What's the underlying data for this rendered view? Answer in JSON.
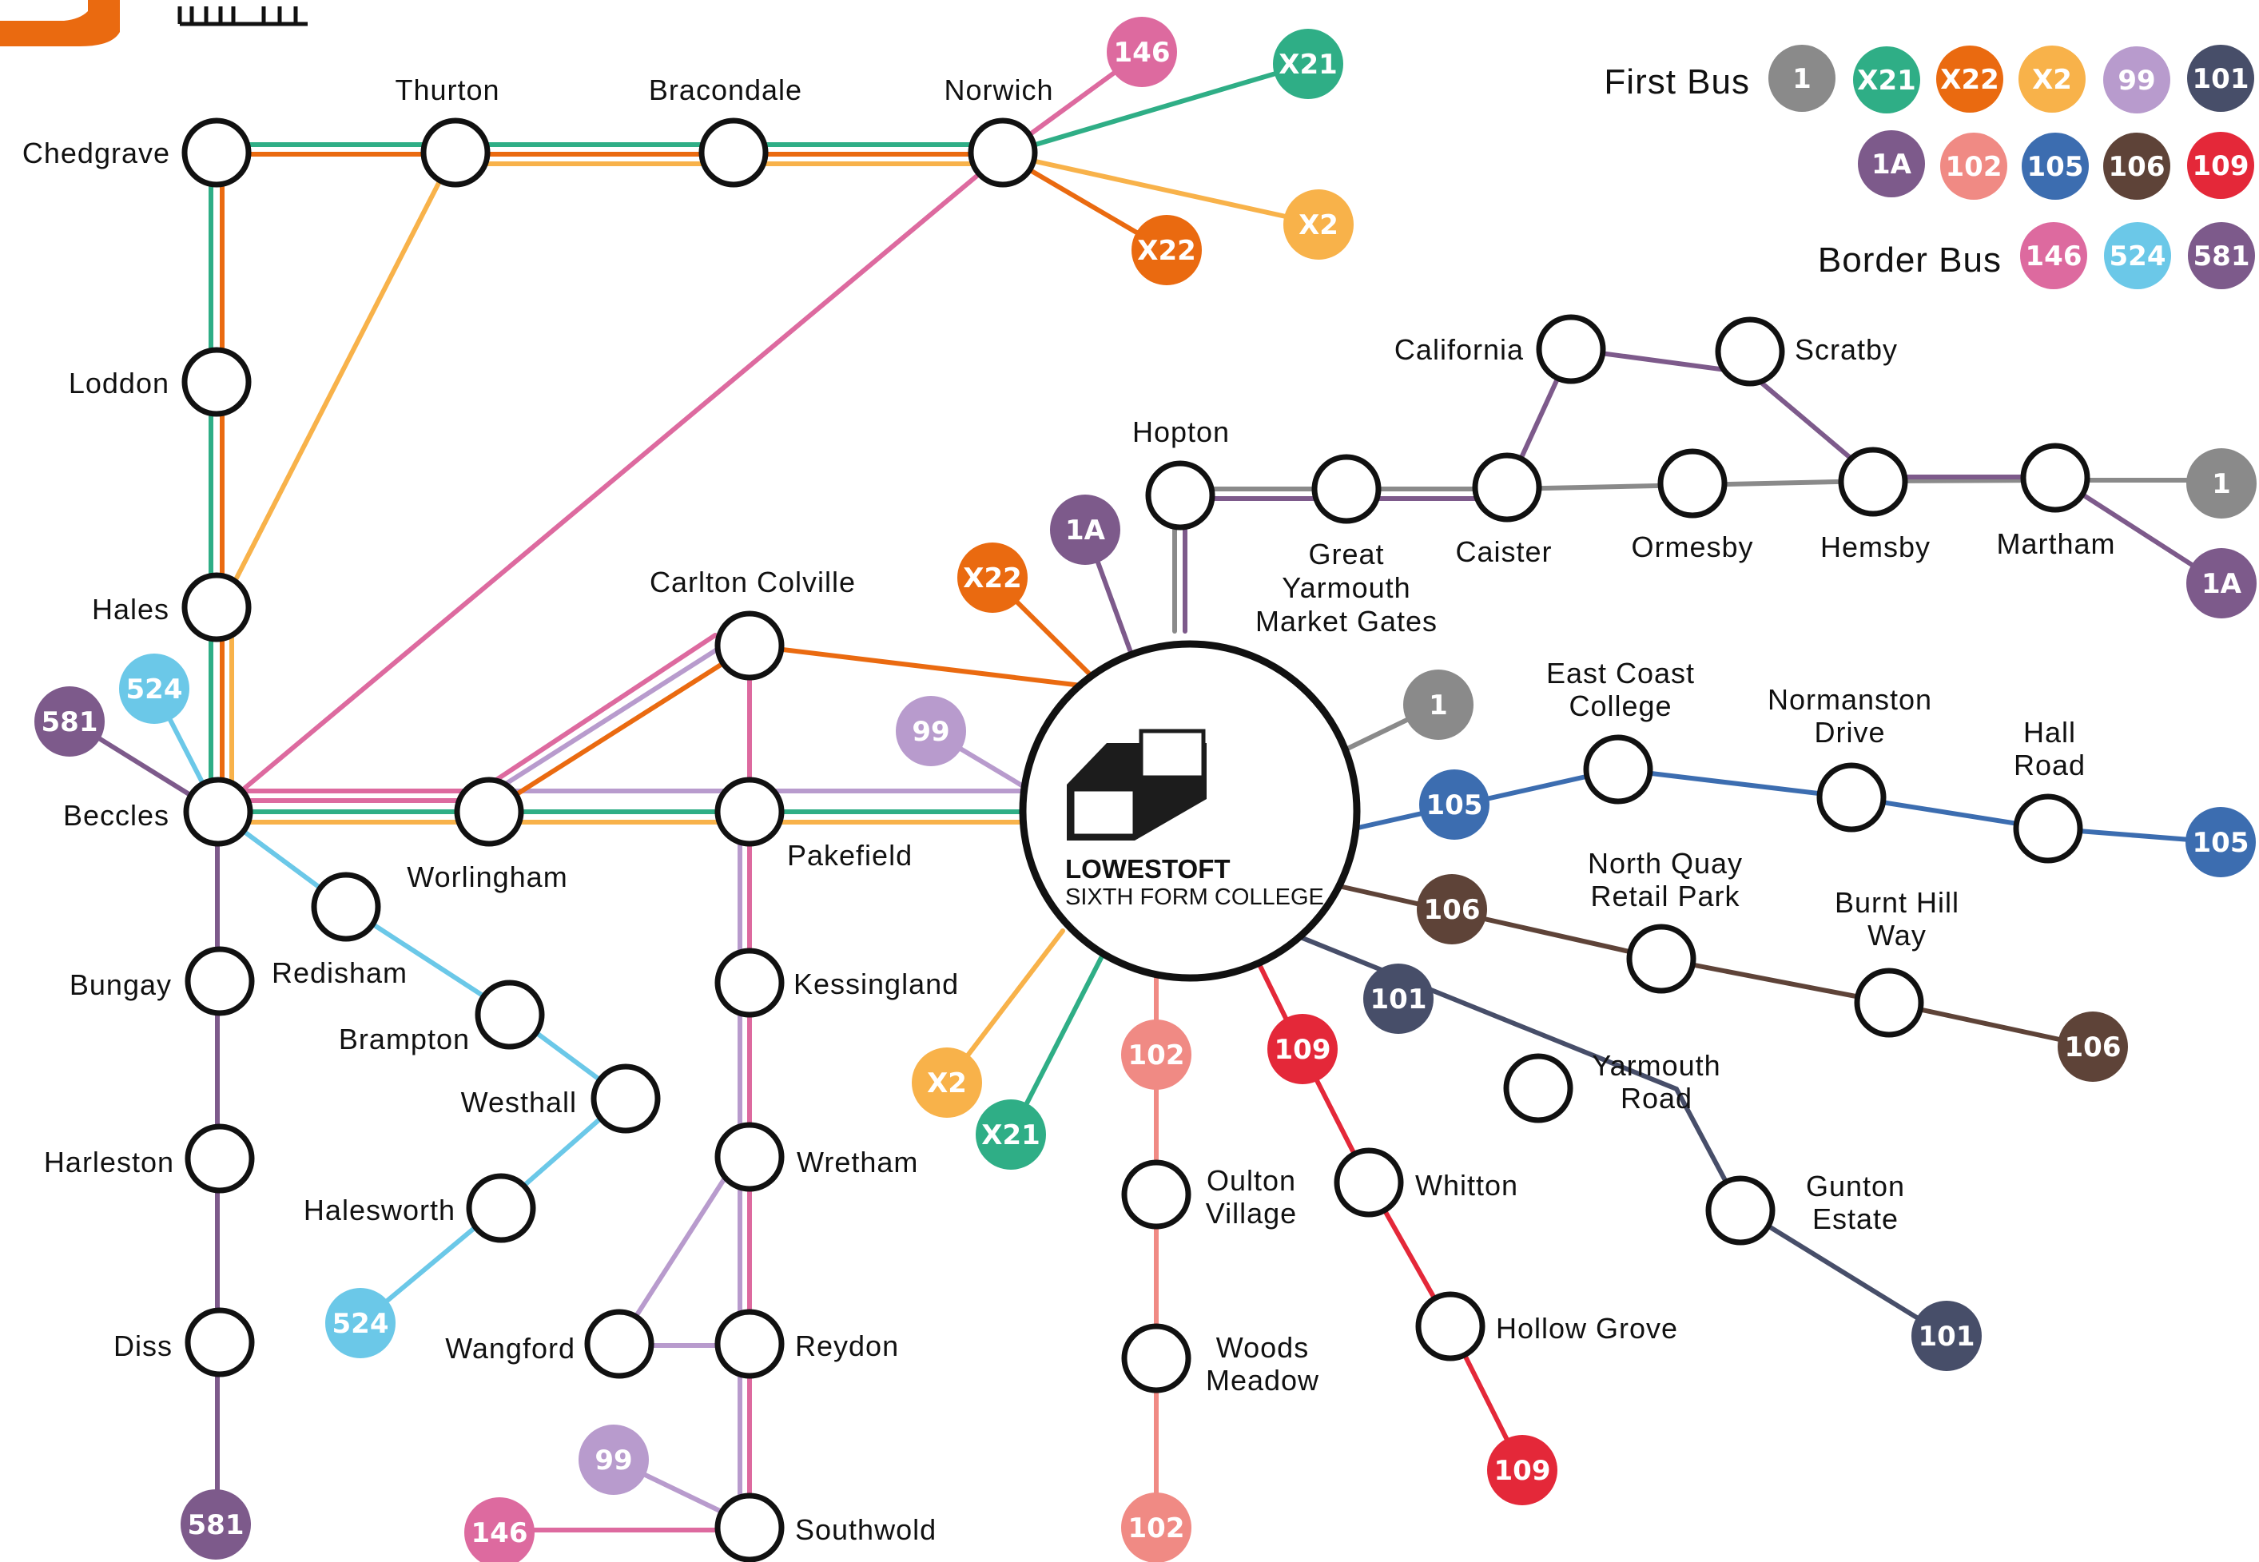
{
  "colors": {
    "1": "#8a8a8a",
    "X21": "#2fae86",
    "X22": "#ea6a10",
    "X2": "#f8b24a",
    "99": "#b89bcd",
    "101": "#474e69",
    "1A": "#7d5a8b",
    "102": "#f08a84",
    "105": "#3c6db0",
    "106": "#5e4338",
    "109": "#e42839",
    "146": "#dd6a9f",
    "524": "#6bc8e8",
    "581": "#7d5a8b"
  },
  "legend": {
    "first_bus": {
      "title": "First Bus",
      "routes": [
        "1",
        "X21",
        "X22",
        "X2",
        "99",
        "101",
        "1A",
        "102",
        "105",
        "106",
        "109"
      ]
    },
    "border_bus": {
      "title": "Border Bus",
      "routes": [
        "146",
        "524",
        "581"
      ]
    }
  },
  "college": {
    "name": "LOWESTOFT",
    "subtitle": "SIXTH FORM COLLEGE"
  },
  "stops": {
    "chedgrave": "Chedgrave",
    "thurton": "Thurton",
    "bracondale": "Bracondale",
    "norwich": "Norwich",
    "loddon": "Loddon",
    "hales": "Hales",
    "beccles": "Beccles",
    "worlingham": "Worlingham",
    "carlton_colville": "Carlton Colville",
    "pakefield": "Pakefield",
    "kessingland": "Kessingland",
    "wretham": "Wretham",
    "reydon": "Reydon",
    "southwold": "Southwold",
    "wangford": "Wangford",
    "bungay": "Bungay",
    "harleston": "Harleston",
    "diss": "Diss",
    "redisham": "Redisham",
    "brampton": "Brampton",
    "westhall": "Westhall",
    "halesworth": "Halesworth",
    "hopton": "Hopton",
    "great_yarmouth": [
      "Great",
      "Yarmouth",
      "Market Gates"
    ],
    "caister": "Caister",
    "ormesby": "Ormesby",
    "hemsby": "Hemsby",
    "martham": "Martham",
    "california": "California",
    "scratby": "Scratby",
    "east_coast_college": [
      "East Coast",
      "College"
    ],
    "normanston_drive": [
      "Normanston",
      "Drive"
    ],
    "hall_road": [
      "Hall",
      "Road"
    ],
    "north_quay": [
      "North Quay",
      "Retail Park"
    ],
    "burnt_hill_way": [
      "Burnt Hill",
      "Way"
    ],
    "yarmouth_road": [
      "Yarmouth",
      "Road"
    ],
    "gunton_estate": [
      "Gunton",
      "Estate"
    ],
    "oulton_village": [
      "Oulton",
      "Village"
    ],
    "woods_meadow": [
      "Woods",
      "Meadow"
    ],
    "whitton": "Whitton",
    "hollow_grove": "Hollow Grove"
  }
}
